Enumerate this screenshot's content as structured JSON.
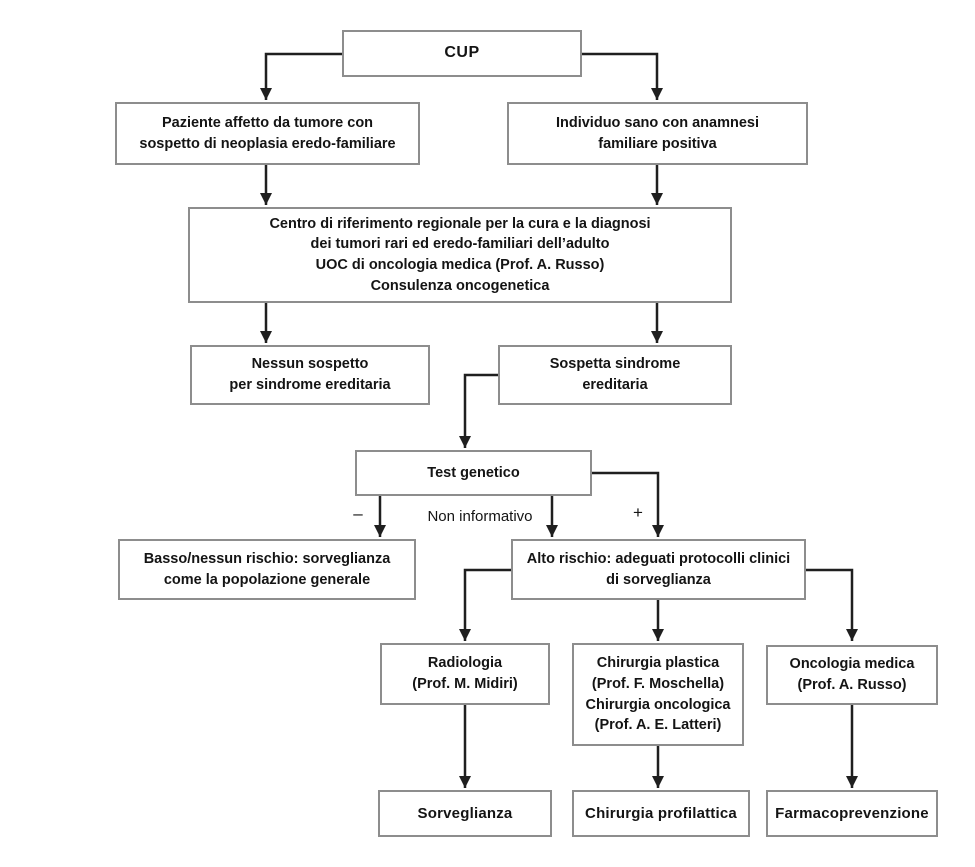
{
  "diagram_type": "flowchart",
  "language": "it",
  "colors": {
    "background": "#ffffff",
    "box_border": "#8d8d8d",
    "connector": "#1f1f1f",
    "text": "#141414"
  },
  "nodes": {
    "cup": {
      "text": "CUP"
    },
    "patient": {
      "text": "Paziente affetto da tumore con\nsospetto di neoplasia eredo-familiare"
    },
    "healthy": {
      "text": "Individuo sano con anamnesi\nfamiliare positiva"
    },
    "center": {
      "text": "Centro di riferimento regionale per la cura e la diagnosi\ndei tumori rari ed eredo-familiari dell’adulto\nUOC di oncologia medica (Prof. A. Russo)\nConsulenza oncogenetica"
    },
    "no_suspicion": {
      "text": "Nessun sospetto\nper sindrome ereditaria"
    },
    "suspected": {
      "text": "Sospetta sindrome\nereditaria"
    },
    "genetic_test": {
      "text": "Test genetico"
    },
    "low_risk": {
      "text": "Basso/nessun rischio: sorveglianza\ncome la popolazione generale"
    },
    "high_risk": {
      "text": "Alto rischio: adeguati protocolli clinici\ndi sorveglianza"
    },
    "radiology": {
      "text": "Radiologia\n(Prof. M. Midiri)"
    },
    "plastic_surgery": {
      "text": "Chirurgia plastica\n(Prof. F. Moschella)\nChirurgia oncologica\n(Prof. A. E. Latteri)"
    },
    "medical_oncology": {
      "text": "Oncologia medica\n(Prof. A. Russo)"
    },
    "surveillance": {
      "text": "Sorveglianza"
    },
    "prophylactic_surgery": {
      "text": "Chirurgia profilattica"
    },
    "chemoprevention": {
      "text": "Farmacoprevenzione"
    }
  },
  "edge_labels": {
    "negative": "–",
    "non_informative": "Non informativo",
    "positive": "+"
  },
  "edges": [
    {
      "from": "cup",
      "to": "patient",
      "label": ""
    },
    {
      "from": "cup",
      "to": "healthy",
      "label": ""
    },
    {
      "from": "patient",
      "to": "center",
      "label": ""
    },
    {
      "from": "healthy",
      "to": "center",
      "label": ""
    },
    {
      "from": "center",
      "to": "no_suspicion",
      "label": ""
    },
    {
      "from": "center",
      "to": "suspected",
      "label": ""
    },
    {
      "from": "suspected",
      "to": "genetic_test",
      "label": ""
    },
    {
      "from": "genetic_test",
      "to": "low_risk",
      "label": "–"
    },
    {
      "from": "genetic_test",
      "to": "high_risk",
      "label": "Non informativo"
    },
    {
      "from": "genetic_test",
      "to": "high_risk",
      "label": "+"
    },
    {
      "from": "high_risk",
      "to": "radiology",
      "label": ""
    },
    {
      "from": "high_risk",
      "to": "plastic_surgery",
      "label": ""
    },
    {
      "from": "high_risk",
      "to": "medical_oncology",
      "label": ""
    },
    {
      "from": "radiology",
      "to": "surveillance",
      "label": ""
    },
    {
      "from": "plastic_surgery",
      "to": "prophylactic_surgery",
      "label": ""
    },
    {
      "from": "medical_oncology",
      "to": "chemoprevention",
      "label": ""
    }
  ]
}
